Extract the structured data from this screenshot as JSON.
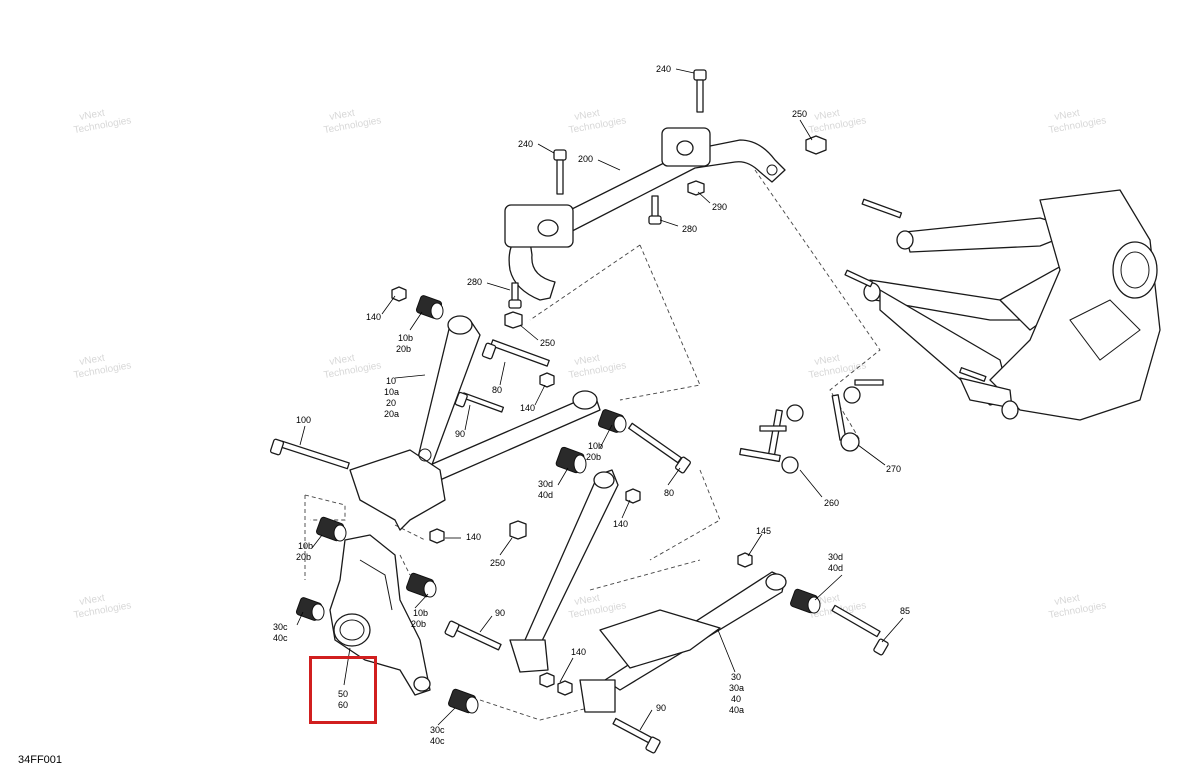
{
  "document_code": "34FF001",
  "highlight_color": "#d11f1f",
  "watermark": {
    "line1": "vNext",
    "line2": "Technologies"
  },
  "labels": [
    {
      "id": "240-top",
      "text": "240"
    },
    {
      "id": "250-top",
      "text": "250"
    },
    {
      "id": "240-mid",
      "text": "240"
    },
    {
      "id": "200",
      "text": "200"
    },
    {
      "id": "290",
      "text": "290"
    },
    {
      "id": "280-a",
      "text": "280"
    },
    {
      "id": "280-b",
      "text": "280"
    },
    {
      "id": "250-mid",
      "text": "250"
    },
    {
      "id": "140-a",
      "text": "140"
    },
    {
      "id": "10b20b-a",
      "text": "10b\n20b"
    },
    {
      "id": "10-group",
      "text": "10\n10a\n20\n20a"
    },
    {
      "id": "80-a",
      "text": "80"
    },
    {
      "id": "140-b",
      "text": "140"
    },
    {
      "id": "90-a",
      "text": "90"
    },
    {
      "id": "100",
      "text": "100"
    },
    {
      "id": "10b20b-b",
      "text": "10b\n20b"
    },
    {
      "id": "30d40d-a",
      "text": "30d\n40d"
    },
    {
      "id": "80-b",
      "text": "80"
    },
    {
      "id": "140-c",
      "text": "140"
    },
    {
      "id": "140-d",
      "text": "140"
    },
    {
      "id": "10b20b-c",
      "text": "10b\n20b"
    },
    {
      "id": "250-low",
      "text": "250"
    },
    {
      "id": "145",
      "text": "145"
    },
    {
      "id": "30d40d-b",
      "text": "30d\n40d"
    },
    {
      "id": "85",
      "text": "85"
    },
    {
      "id": "10b20b-d",
      "text": "10b\n20b"
    },
    {
      "id": "30c40c-a",
      "text": "30c\n40c"
    },
    {
      "id": "90-b",
      "text": "90"
    },
    {
      "id": "140-e",
      "text": "140"
    },
    {
      "id": "30-group",
      "text": "30\n30a\n40\n40a"
    },
    {
      "id": "5060",
      "text": "50\n60"
    },
    {
      "id": "30c40c-b",
      "text": "30c\n40c"
    },
    {
      "id": "90-c",
      "text": "90"
    },
    {
      "id": "260",
      "text": "260"
    },
    {
      "id": "270",
      "text": "270"
    }
  ]
}
